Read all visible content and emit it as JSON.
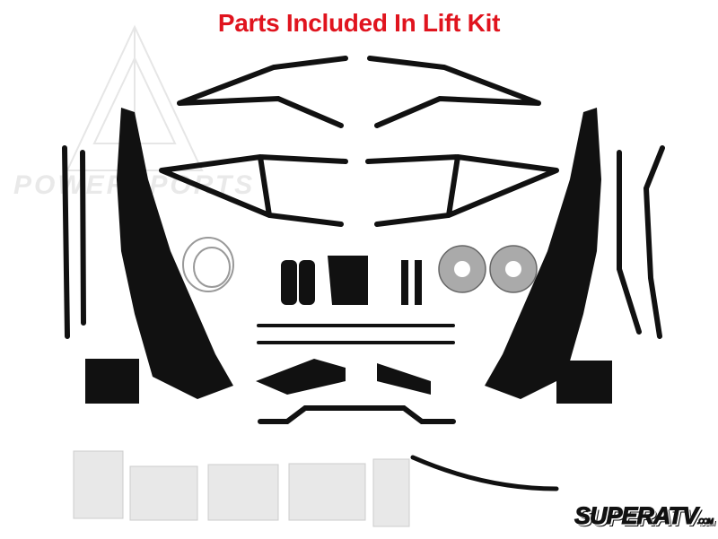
{
  "title": "Parts Included In Lift Kit",
  "watermark": {
    "text": "POWERSPORTS"
  },
  "brand_logo": {
    "text": "SUPERATV",
    "suffix": ".COM"
  },
  "colors": {
    "title": "#e0141e",
    "parts": "#111111",
    "background": "#ffffff"
  }
}
